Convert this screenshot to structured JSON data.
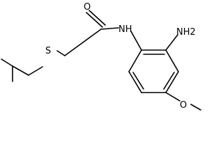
{
  "atoms": {
    "oxygen_carbonyl": "O",
    "nitrogen_amide": "NH",
    "sulfur": "S",
    "amino_group": "NH2",
    "oxygen_methoxy": "O"
  },
  "colors": {
    "bond": "#000000",
    "label": "#000000",
    "background": "#ffffff"
  }
}
